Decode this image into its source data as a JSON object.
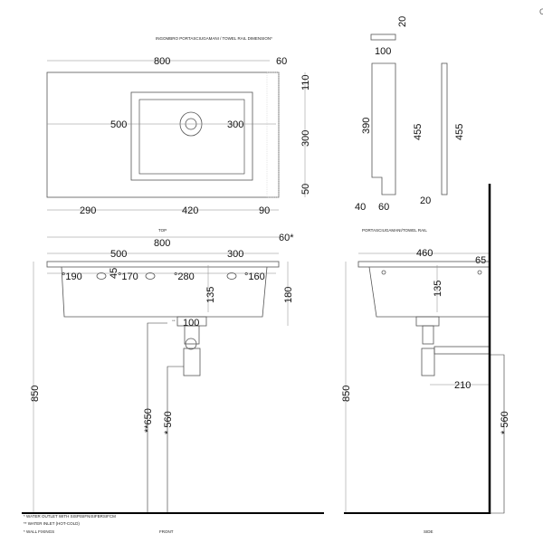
{
  "top_view": {
    "towel_rail_note": "INGOMBRO PORTASCIUGAMANI / TOWEL RAIL DIMENSION*",
    "width": "800",
    "rail_offset": "60",
    "left_to_drain": "500",
    "drain_to_right": "300",
    "back_margin": "110",
    "basin_depth": "300",
    "front_margin": "50",
    "left_margin": "290",
    "basin_width": "420",
    "right_margin": "90",
    "label": "TOP"
  },
  "towel_rail": {
    "thickness": "20",
    "depth": "100",
    "inner_height": "390",
    "height": "455",
    "bottom_left": "40",
    "bottom_width": "60",
    "bar_height": "455",
    "bar_width": "20",
    "label": "PORTASCIUGAMANI/TOWEL RAIL"
  },
  "front_view": {
    "width": "800",
    "rail_offset": "60*",
    "left_to_drain": "500",
    "drain_to_right": "300",
    "hole_1": "°190",
    "hole_2": "°170",
    "hole_3": "°280",
    "hole_4": "°160",
    "hole_height": "45",
    "basin_depth": "135",
    "total_depth": "180",
    "inlet_spacing": "100",
    "inlet_marks": "°°",
    "height": "850",
    "inlet_height": "**650",
    "outlet_height": "* 560",
    "label": "FRONT"
  },
  "side_view": {
    "depth": "460",
    "wall_gap": "65",
    "basin_depth": "135",
    "trap_offset": "210",
    "height": "850",
    "outlet_height": "* 560",
    "label": "SIDE"
  },
  "notes": [
    "* WATER OUTLET WITH SISPISIFNISIFBRSIFCM",
    "** WATER INLET  (HOT-COLD)",
    "* WALL FIXINGS"
  ],
  "corner_char": "C"
}
